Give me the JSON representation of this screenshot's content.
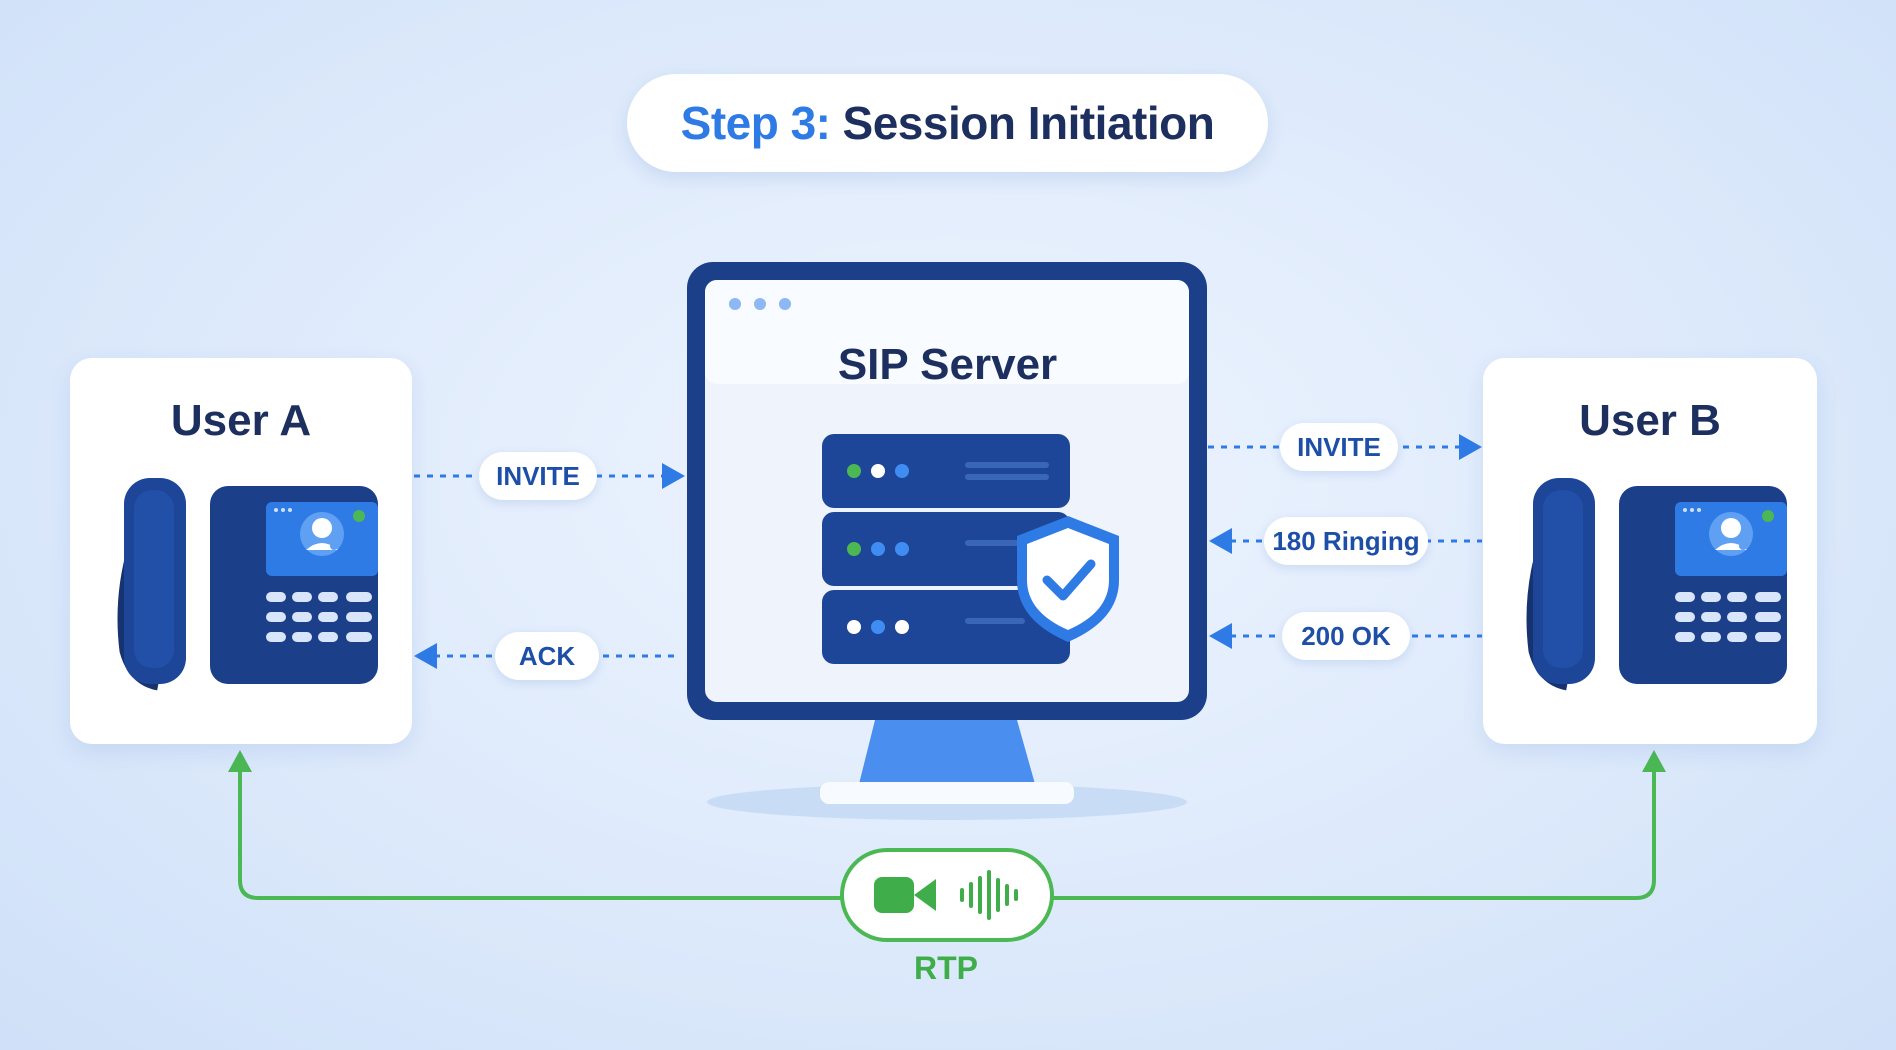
{
  "title": {
    "step": "Step 3:",
    "text": "Session Initiation"
  },
  "server": {
    "label": "SIP Server"
  },
  "users": [
    {
      "name": "User A"
    },
    {
      "name": "User B"
    }
  ],
  "messages": {
    "a_invite": "INVITE",
    "a_ack": "ACK",
    "b_invite": "INVITE",
    "b_ringing": "180 Ringing",
    "b_ok": "200 OK"
  },
  "media": {
    "label": "RTP"
  },
  "icons": {
    "phone": "desk-phone-icon",
    "server": "server-rack-icon",
    "shield": "shield-check-icon",
    "video": "video-camera-icon",
    "audio": "sound-wave-icon"
  },
  "colors": {
    "accent_blue": "#2e7be6",
    "navy": "#1c3f8a",
    "media_green": "#4cb853"
  }
}
